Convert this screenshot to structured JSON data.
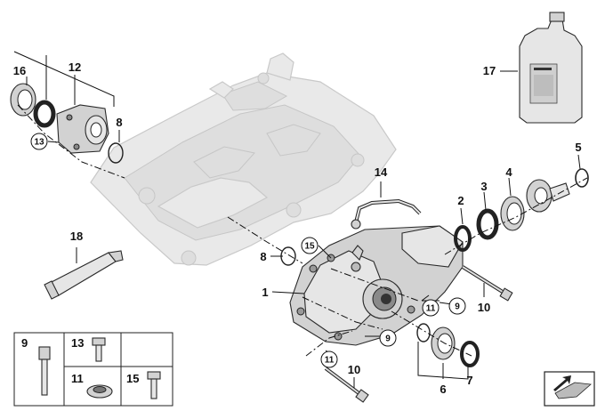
{
  "callouts": {
    "c1": "1",
    "c2": "2",
    "c3": "3",
    "c4": "4",
    "c5": "5",
    "c6": "6",
    "c7": "7",
    "c8a": "8",
    "c8b": "8",
    "c9a": "9",
    "c9b": "9",
    "c10a": "10",
    "c10b": "10",
    "c11a": "11",
    "c11b": "11",
    "c12": "12",
    "c13": "13",
    "c14": "14",
    "c15": "15",
    "c16": "16",
    "c17": "17",
    "c18": "18"
  },
  "legend_box": {
    "l9": "9",
    "l13": "13",
    "l11": "11",
    "l15": "15"
  },
  "nav_icon": "page-arrow-icon",
  "colors": {
    "housing": "#d2d2d2",
    "ghost_pan": "#e9e9e9",
    "line": "#111111"
  }
}
